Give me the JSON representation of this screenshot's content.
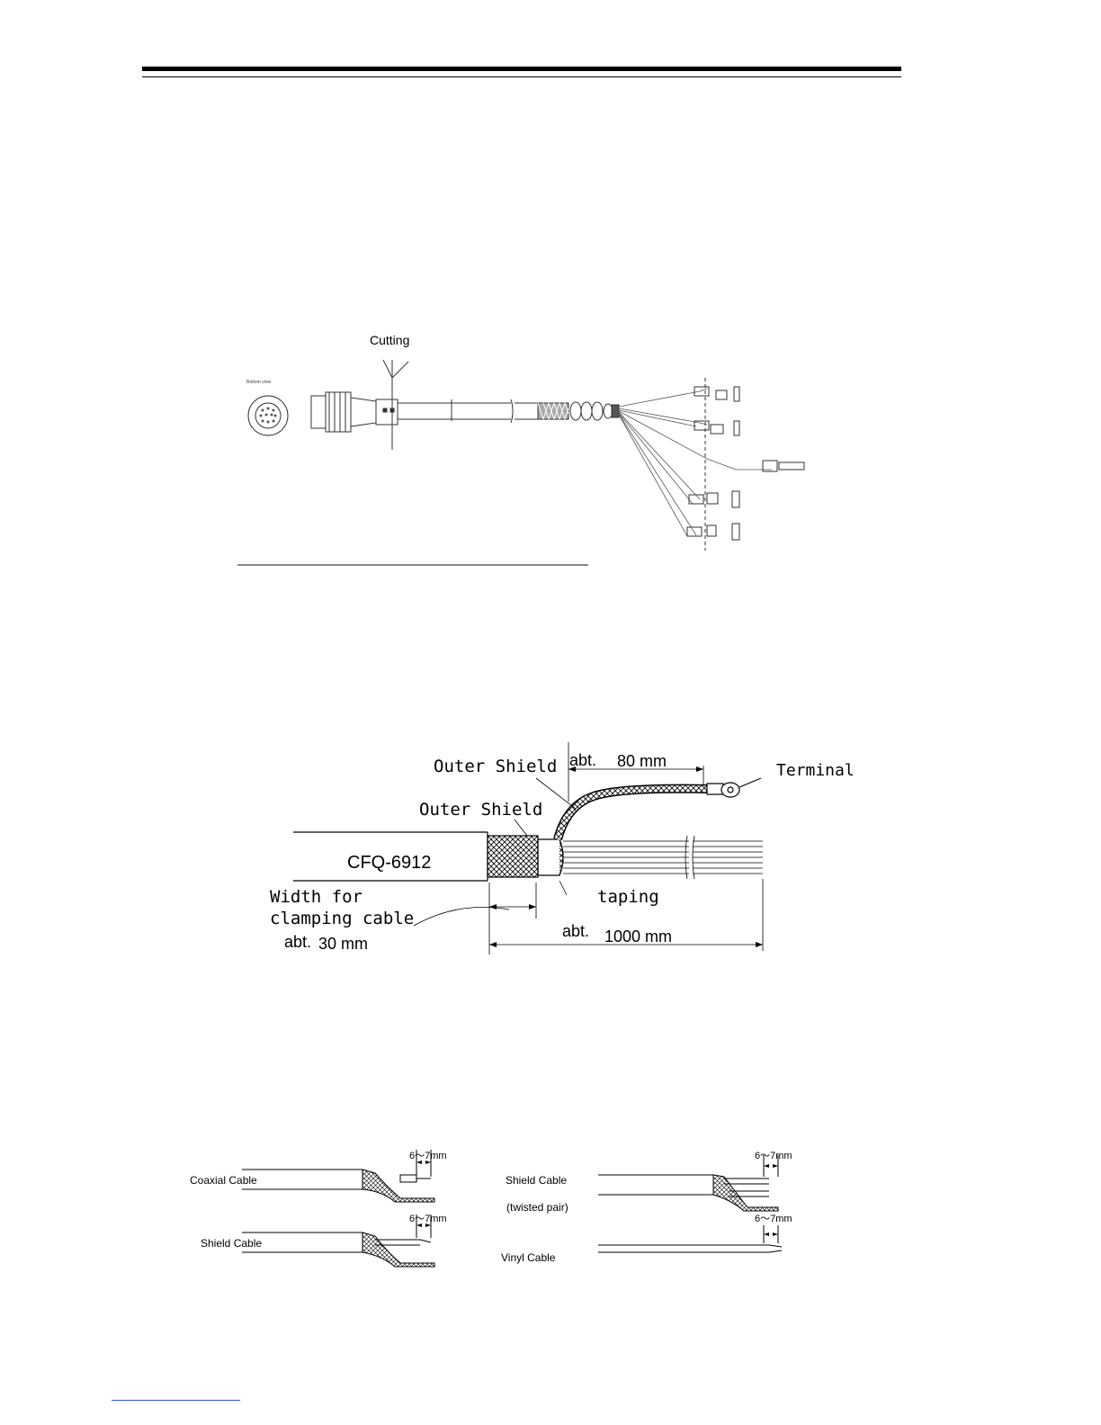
{
  "figure1": {
    "cutting_label": "Cutting",
    "bottom_view_label": "Bottom view"
  },
  "figure2": {
    "outer_shield_top": "Outer Shield",
    "outer_shield_mid": "Outer Shield",
    "abt_80_prefix": "abt.",
    "abt_80_value": "80 mm",
    "terminal": "Terminal",
    "cable_name": "CFQ-6912",
    "taping": "taping",
    "width_line1": "Width for",
    "width_line2": "clamping cable",
    "abt_30_prefix": "abt.",
    "abt_30_value": "30 mm",
    "abt_1000_prefix": "abt.",
    "abt_1000_value": "1000 mm"
  },
  "figure3": {
    "coaxial": "Coaxial Cable",
    "shield_left": "Shield Cable",
    "shield_right": "Shield Cable",
    "twisted": "(twisted pair)",
    "vinyl": "Vinyl Cable",
    "dim": "6～7mm"
  }
}
